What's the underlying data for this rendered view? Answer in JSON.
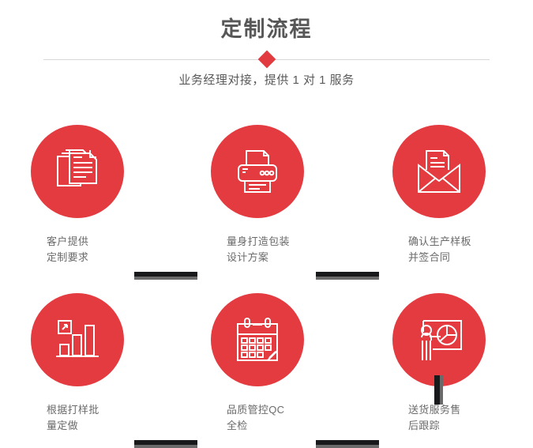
{
  "header": {
    "title": "定制流程",
    "subtitle": "业务经理对接，提供 1 对 1 服务",
    "accent_color": "#e23b3f",
    "title_color": "#575757",
    "divider_color": "#d8d8d8",
    "diamond_icon": "diamond-marker"
  },
  "theme": {
    "circle_color": "#e33b40",
    "connector_color": "#18191a",
    "connector_shadow_color": "#6a6a6a",
    "label_color": "#6b6b6b",
    "background": "#ffffff"
  },
  "steps": [
    {
      "index": 1,
      "icon": "documents-stack-icon",
      "label": "客户提供\n定制要求"
    },
    {
      "index": 2,
      "icon": "printer-icon",
      "label": "量身打造包装\n设计方案"
    },
    {
      "index": 3,
      "icon": "envelope-letter-icon",
      "label": "确认生产样板\n并签合同"
    },
    {
      "index": 4,
      "icon": "bar-chart-growth-icon",
      "label": "根据打样批\n量定做"
    },
    {
      "index": 5,
      "icon": "calendar-icon",
      "label": "品质管控QC\n全检"
    },
    {
      "index": 6,
      "icon": "presenter-pie-chart-icon",
      "label": "送货服务售\n后跟踪"
    }
  ],
  "connectors": [
    {
      "name": "connector-step1-step2",
      "orientation": "horizontal"
    },
    {
      "name": "connector-step2-step3",
      "orientation": "horizontal"
    },
    {
      "name": "connector-step3-step6",
      "orientation": "vertical"
    },
    {
      "name": "connector-step4-step5",
      "orientation": "horizontal"
    },
    {
      "name": "connector-step5-step6",
      "orientation": "horizontal"
    }
  ]
}
